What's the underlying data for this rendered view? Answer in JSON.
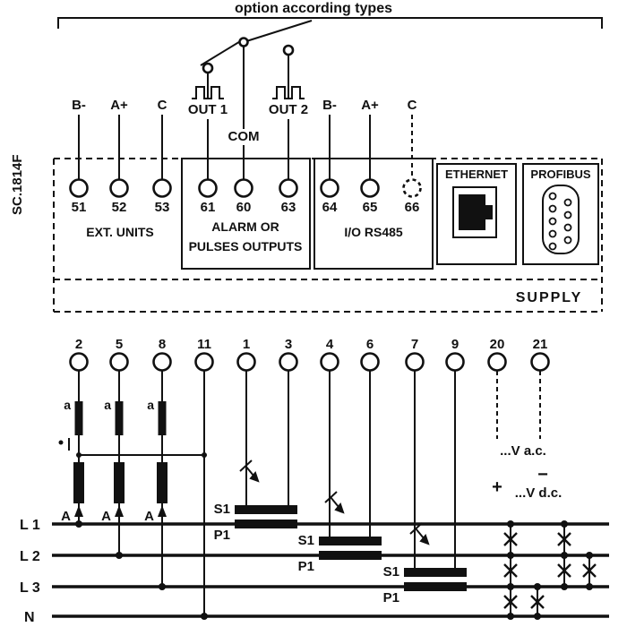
{
  "header": {
    "title": "option according types"
  },
  "device": {
    "model": "SC.1814F"
  },
  "modules": {
    "ext_units": {
      "label": "EXT. UNITS",
      "signals": [
        "B-",
        "A+",
        "C"
      ],
      "terminals": [
        "51",
        "52",
        "53"
      ]
    },
    "alarm": {
      "line1": "ALARM OR",
      "line2": "PULSES OUTPUTS",
      "out1": "OUT 1",
      "out2": "OUT 2",
      "com": "COM",
      "terminals": [
        "61",
        "60",
        "63"
      ]
    },
    "rs485": {
      "label": "I/O RS485",
      "signals": [
        "B-",
        "A+",
        "C"
      ],
      "terminals": [
        "64",
        "65",
        "66"
      ]
    },
    "ethernet": {
      "label": "ETHERNET"
    },
    "profibus": {
      "label": "PROFIBUS"
    },
    "supply": {
      "label": "SUPPLY"
    }
  },
  "terminals_bottom": [
    "2",
    "5",
    "8",
    "11",
    "1",
    "3",
    "4",
    "6",
    "7",
    "9",
    "20",
    "21"
  ],
  "measurement": {
    "voltage_fuse": "a",
    "current_arrow": "A",
    "ct_secondary": "S1",
    "ct_primary": "P1"
  },
  "aux_supply": {
    "ac": "...V a.c.",
    "plus": "+",
    "minus": "−",
    "dc": "...V d.c."
  },
  "power_lines": {
    "l1": "L 1",
    "l2": "L 2",
    "l3": "L 3",
    "n": "N"
  }
}
